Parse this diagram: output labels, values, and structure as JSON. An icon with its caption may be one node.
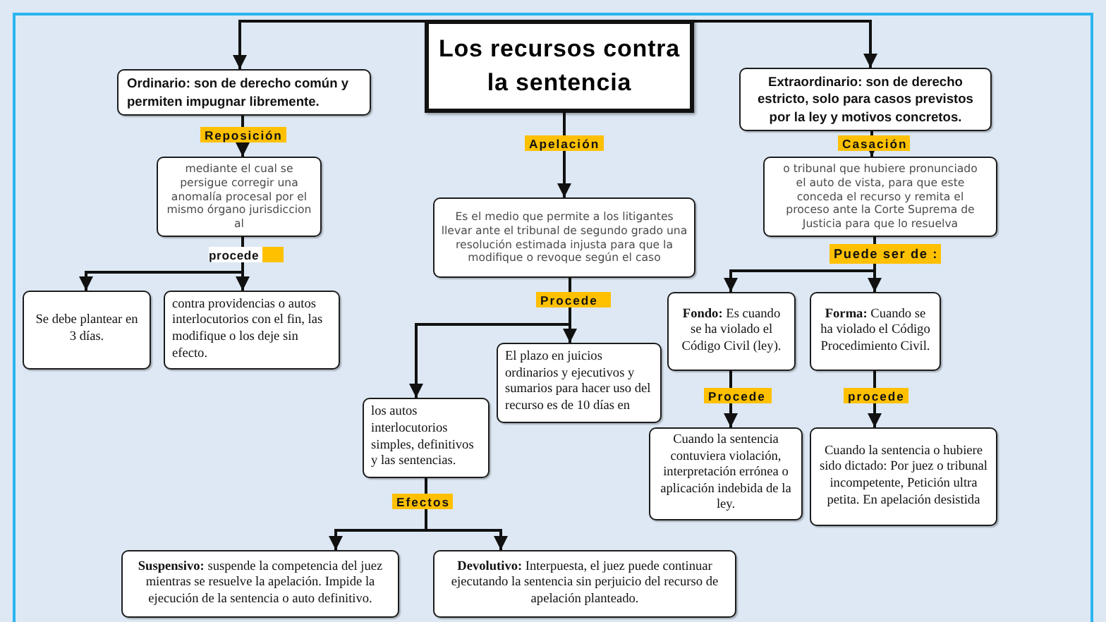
{
  "diagram": {
    "nodes": [
      {
        "text": [
          "Los recursos contra la sentencia"
        ]
      },
      {
        "text": [
          "Ordinario: son de derecho común y permiten impugnar libremente."
        ]
      },
      {
        "text": [
          "mediante el cual se persigue corregir una anomalía procesal por el mismo órgano jurisdiccion al"
        ]
      },
      {
        "text": [
          "Se debe plantear en 3 días."
        ]
      },
      {
        "text": [
          "contra providencias o autos interlocutorios con el fin, las modifique o los deje sin efecto."
        ]
      },
      {
        "text": [
          "Es el medio que permite a los litigantes llevar ante el tribunal de segundo grado una resolución estimada injusta para que la modifique o revoque según el caso"
        ]
      },
      {
        "text": [
          "El plazo en juicios ordinarios y ejecutivos y sumarios para hacer uso del recurso es de 10 días en"
        ]
      },
      {
        "text": [
          "los autos interlocutorios simples, definitivos y las sentencias."
        ]
      },
      {
        "text": [
          "**Suspensivo:** suspende la competencia del juez mientras se resuelve la apelación. Impide la ejecución de la sentencia o auto definitivo."
        ]
      },
      {
        "text": [
          "**Devolutivo:** Interpuesta, el juez puede continuar ejecutando la sentencia sin perjuicio del recurso de apelación planteado."
        ]
      },
      {
        "text": [
          "Extraordinario: son de derecho estricto, solo para casos previstos por la ley y motivos concretos."
        ]
      },
      {
        "text": [
          "o tribunal que hubiere pronunciado el auto de vista, para que este conceda el recurso y remita el proceso ante la Corte Suprema de Justicia para que lo resuelva"
        ]
      },
      {
        "text": [
          "**Fondo:** Es cuando se ha violado el Código Civil (ley)."
        ]
      },
      {
        "text": [
          "**Forma:** Cuando se ha violado el Código Procedimiento Civil."
        ]
      },
      {
        "text": [
          "Cuando la sentencia contuviera violación, interpretación errónea o aplicación indebida de la ley."
        ]
      },
      {
        "text": [
          "Cuando la sentencia o hubiere sido dictado: Por juez o tribunal incompetente, Petición ultra petita. En apelación desistida"
        ]
      }
    ],
    "edges": [
      {
        "from": 0,
        "to": 1,
        "arrow": "to"
      },
      {
        "from": 0,
        "to": 10,
        "arrow": "to"
      },
      {
        "from": 0,
        "to": 5,
        "arrow": "to",
        "label": "Apelación"
      },
      {
        "from": 1,
        "to": 2,
        "arrow": "to",
        "label": "Reposición"
      },
      {
        "from": 2,
        "to": 3,
        "arrow": "to"
      },
      {
        "from": 2,
        "to": 4,
        "arrow": "to",
        "label": "procede"
      },
      {
        "from": 5,
        "to": 6,
        "arrow": "to",
        "label": "Procede"
      },
      {
        "from": 5,
        "to": 7,
        "arrow": "to"
      },
      {
        "from": 7,
        "to": 8,
        "arrow": "to",
        "label": "Efectos"
      },
      {
        "from": 7,
        "to": 9,
        "arrow": "to"
      },
      {
        "from": 10,
        "to": 11,
        "arrow": "to",
        "label": "Casación"
      },
      {
        "from": 11,
        "to": 12,
        "arrow": "to"
      },
      {
        "from": 11,
        "to": 13,
        "arrow": "to",
        "label": "Puede ser de :"
      },
      {
        "from": 12,
        "to": 14,
        "arrow": "to",
        "label": "Procede"
      },
      {
        "from": 13,
        "to": 15,
        "arrow": "to",
        "label": "procede"
      }
    ]
  }
}
